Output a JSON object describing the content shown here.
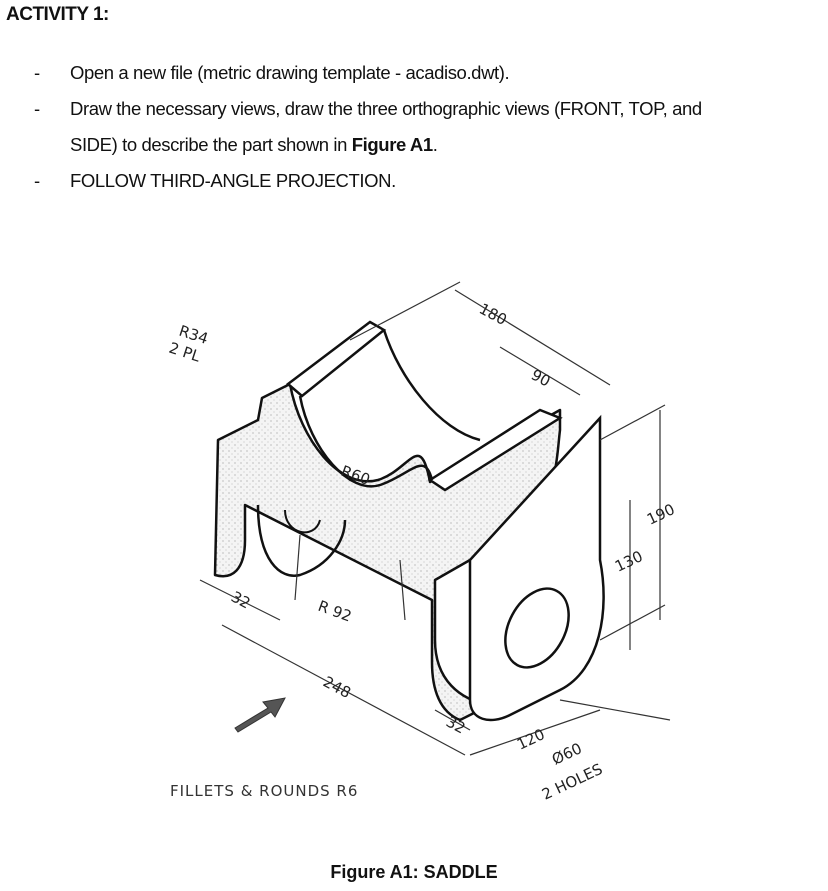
{
  "heading": "ACTIVITY 1:",
  "instructions": [
    {
      "dash": "-",
      "text": "Open a new file (metric drawing template - acadiso.dwt)."
    },
    {
      "dash": "-",
      "text_a": "Draw the necessary views, draw the three orthographic views (FRONT, TOP, and",
      "text_b": "SIDE) to describe the part shown in ",
      "text_bold": "Figure A1",
      "text_end": "."
    },
    {
      "dash": "-",
      "text": "FOLLOW THIRD-ANGLE PROJECTION."
    }
  ],
  "figure": {
    "dimensions": {
      "r34": "R34",
      "two_pl": "2 PL",
      "r60": "R60",
      "r92": "R 92",
      "d180": "180",
      "d90": "90",
      "d190": "190",
      "d130": "130",
      "d32_left": "32",
      "d32_right": "32",
      "d248": "248",
      "d120": "120",
      "hole_dia": "Ø60",
      "hole_count": "2 HOLES"
    },
    "note": "FILLETS & ROUNDS R6",
    "caption": "Figure A1: SADDLE"
  }
}
